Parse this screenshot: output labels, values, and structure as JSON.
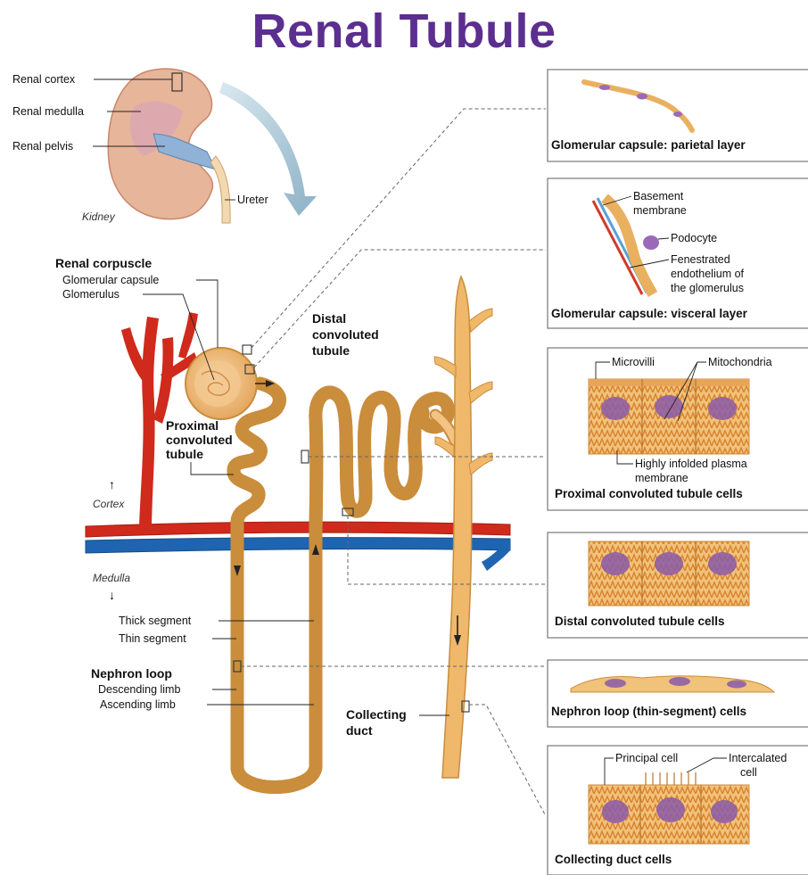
{
  "title": "Renal Tubule",
  "kidney": {
    "caption": "Kidney",
    "cortex": "Renal cortex",
    "medulla": "Renal medulla",
    "pelvis": "Renal pelvis",
    "ureter": "Ureter"
  },
  "nephron": {
    "corpuscle_heading": "Renal corpuscle",
    "glomerular_capsule": "Glomerular capsule",
    "glomerulus": "Glomerulus",
    "pct": [
      "Proximal",
      "convoluted",
      "tubule"
    ],
    "dct": [
      "Distal",
      "convoluted",
      "tubule"
    ],
    "cortex": "Cortex",
    "medulla": "Medulla",
    "thick_segment": "Thick segment",
    "thin_segment": "Thin segment",
    "loop_heading": "Nephron loop",
    "descending_limb": "Descending limb",
    "ascending_limb": "Ascending limb",
    "collecting_duct": [
      "Collecting",
      "duct"
    ]
  },
  "panels": {
    "parietal": {
      "caption": "Glomerular capsule: parietal layer"
    },
    "visceral": {
      "caption": "Glomerular capsule: visceral layer",
      "basement": [
        "Basement",
        "membrane"
      ],
      "podocyte": "Podocyte",
      "fenestrated": [
        "Fenestrated",
        "endothelium of",
        "the glomerulus"
      ]
    },
    "pct": {
      "caption": "Proximal convoluted tubule cells",
      "microvilli": "Microvilli",
      "mitochondria": "Mitochondria",
      "infolded": [
        "Highly infolded plasma",
        "membrane"
      ]
    },
    "dct": {
      "caption": "Distal convoluted tubule cells"
    },
    "loop": {
      "caption": "Nephron loop (thin-segment) cells"
    },
    "cd": {
      "caption": "Collecting duct cells",
      "principal": "Principal cell",
      "intercalated": [
        "Intercalated",
        "cell"
      ]
    }
  },
  "colors": {
    "title": "#5b2e8f",
    "tubule": "#f2c382",
    "tubule_edge": "#c98d3c",
    "artery": "#cf2a1c",
    "vein": "#1f64b0",
    "kidney": "#e7b59a",
    "nucleus": "#8a5aa8"
  }
}
